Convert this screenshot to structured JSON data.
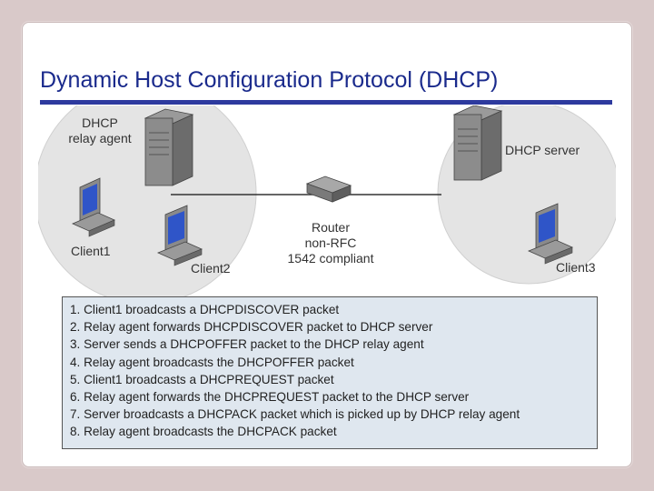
{
  "title": "Dynamic Host Configuration Protocol (DHCP)",
  "diagram": {
    "relay_agent_label_line1": "DHCP",
    "relay_agent_label_line2": "relay agent",
    "client1_label": "Client1",
    "client2_label": "Client2",
    "router_label_line1": "Router",
    "router_label_line2": "non-RFC",
    "router_label_line3": "1542 compliant",
    "server_label": "DHCP server",
    "client3_label": "Client3"
  },
  "steps": [
    "1. Client1 broadcasts a DHCPDISCOVER packet",
    "2. Relay agent forwards DHCPDISCOVER packet to DHCP server",
    "3. Server sends a DHCPOFFER packet to the DHCP relay agent",
    "4. Relay agent broadcasts the DHCPOFFER packet",
    "5. Client1 broadcasts a DHCPREQUEST packet",
    "6. Relay agent forwards the DHCPREQUEST packet to the DHCP server",
    "7. Server broadcasts a DHCPACK packet which is picked up by DHCP relay agent",
    "8. Relay agent broadcasts the DHCPACK packet"
  ],
  "colors": {
    "title": "#1a2a8c",
    "rule": "#2d3a9e",
    "subnet_fill": "#e6e6e6",
    "steps_fill": "#dfe7ef"
  }
}
